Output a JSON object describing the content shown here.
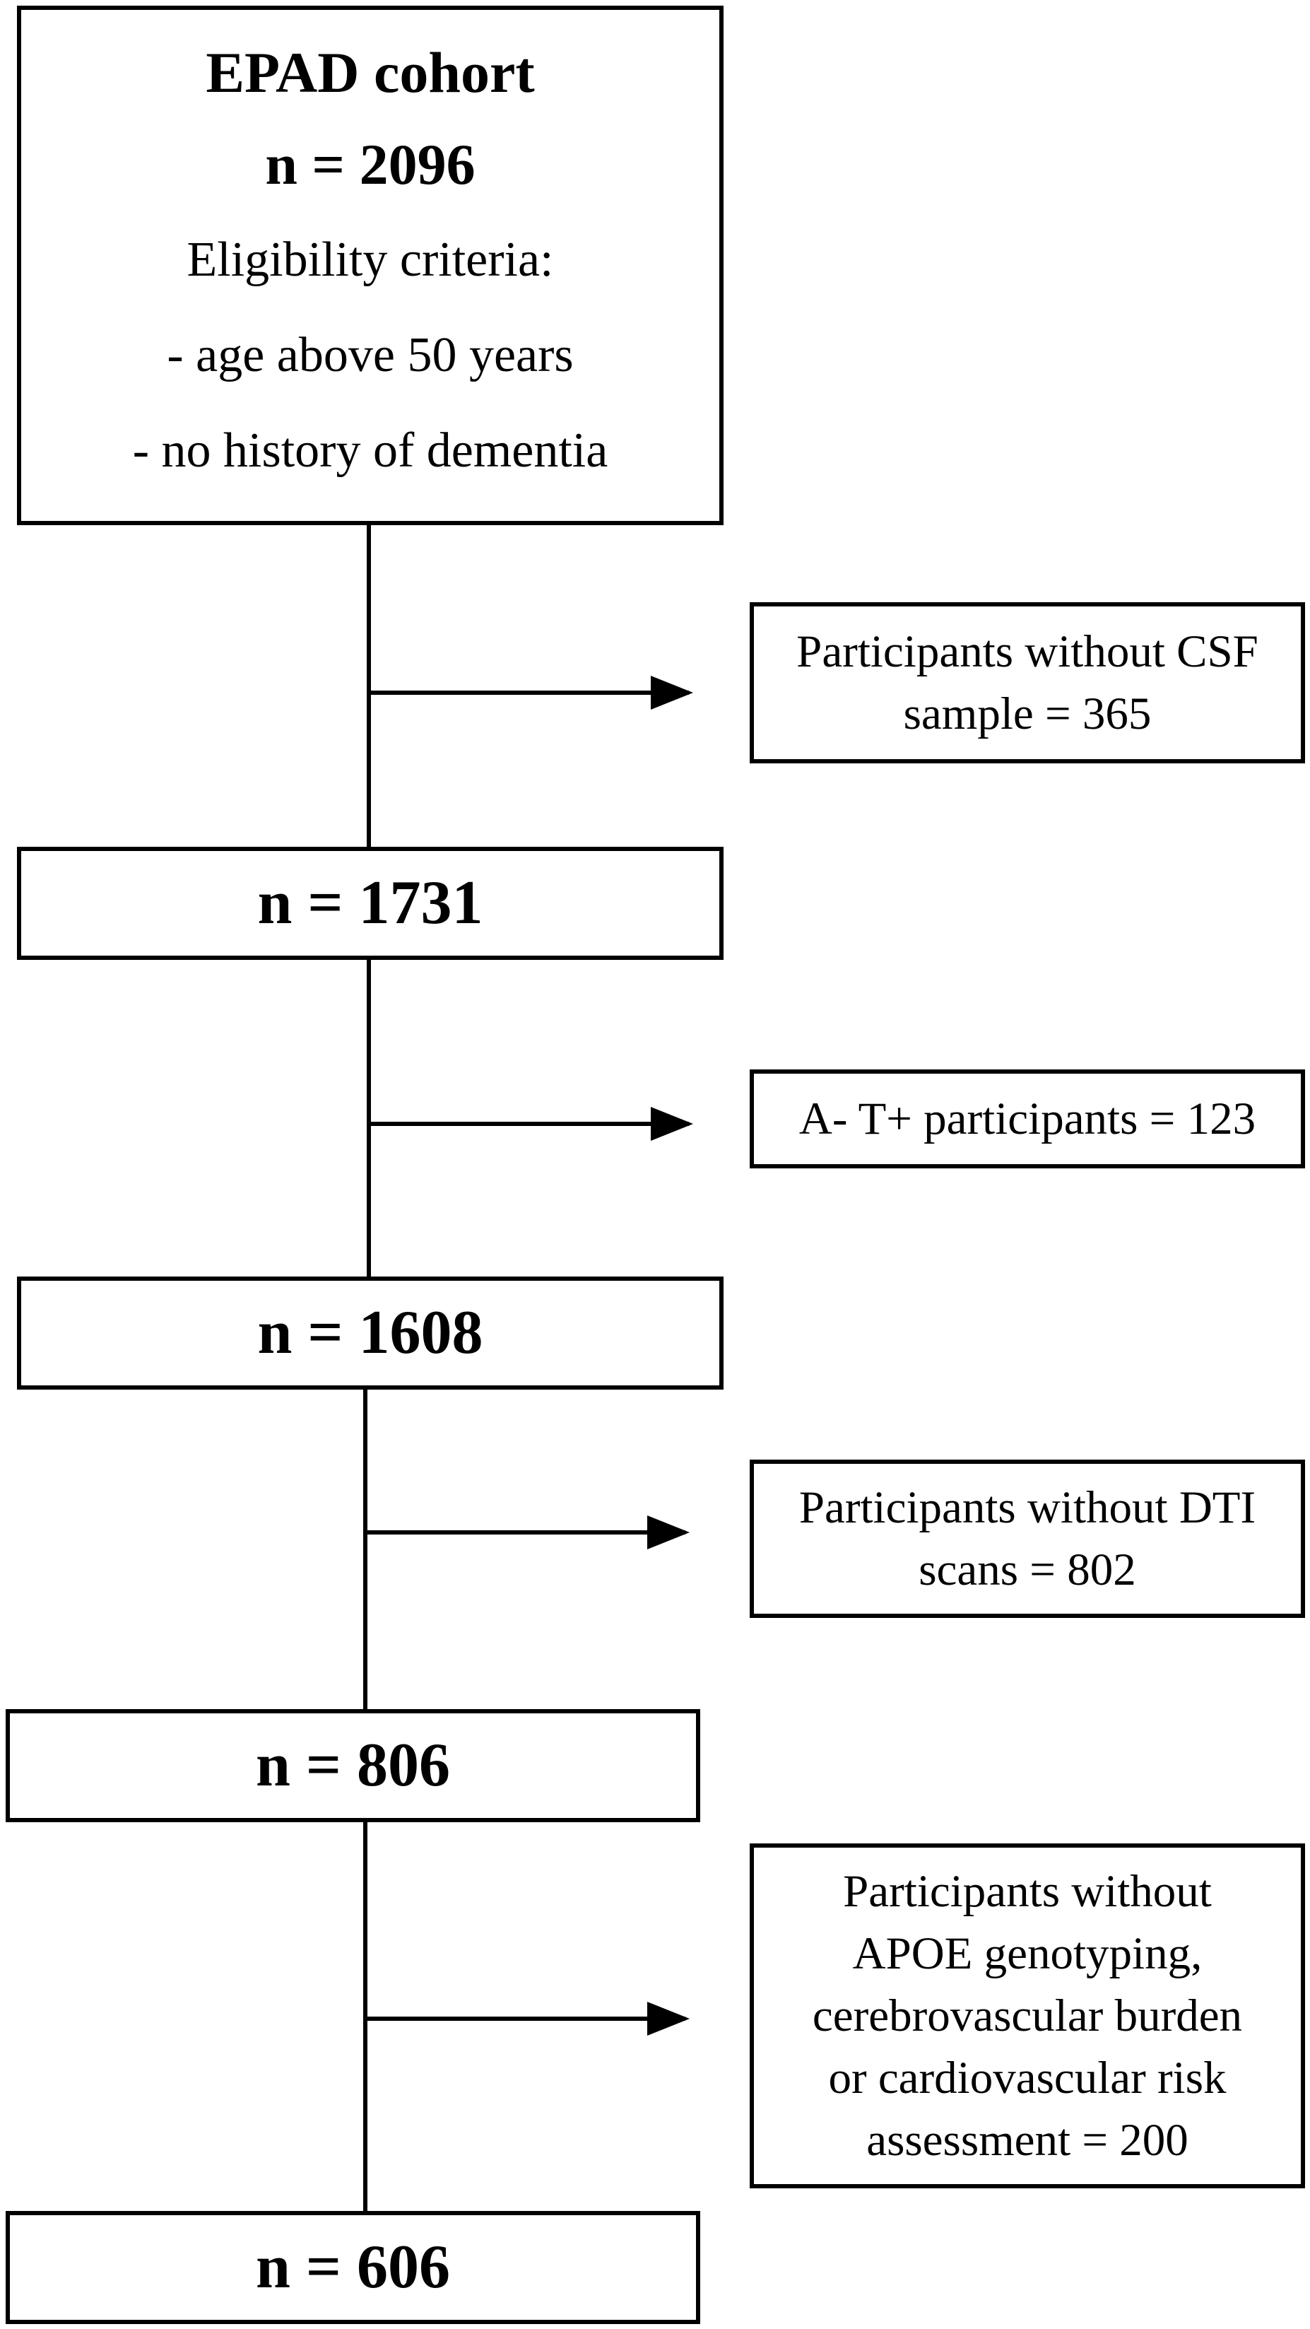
{
  "flowchart": {
    "cohort": {
      "title": "EPAD cohort",
      "count": "n = 2096",
      "criteria_heading": "Eligibility criteria:",
      "criteria": [
        "- age above 50 years",
        "- no history of dementia"
      ]
    },
    "stages": [
      {
        "count": "n = 1731"
      },
      {
        "count": "n = 1608"
      },
      {
        "count": "n = 806"
      },
      {
        "count": "n = 606"
      }
    ],
    "exclusions": [
      {
        "lines": [
          "Participants without CSF",
          "sample = 365"
        ]
      },
      {
        "lines": [
          "A- T+ participants = 123"
        ]
      },
      {
        "lines": [
          "Participants without DTI",
          "scans = 802"
        ]
      },
      {
        "lines": [
          "Participants without",
          "APOE genotyping,",
          "cerebrovascular burden",
          "or cardiovascular risk",
          "assessment  = 200"
        ]
      }
    ]
  }
}
